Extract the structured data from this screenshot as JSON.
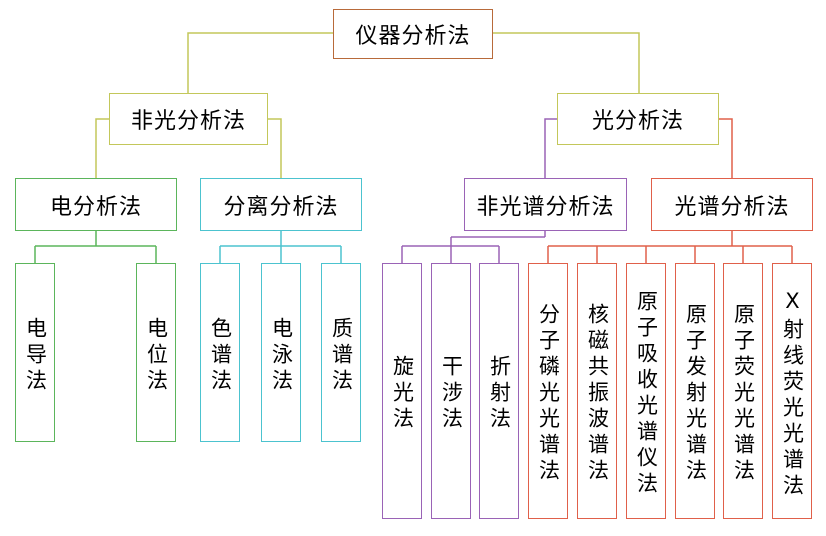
{
  "root": "仪器分析法",
  "level1": {
    "non_optical": "非光分析法",
    "optical": "光分析法"
  },
  "level2": {
    "electro": "电分析法",
    "separation": "分离分析法",
    "non_spectral": "非光谱分析法",
    "spectral": "光谱分析法"
  },
  "electro_methods": [
    "电导法",
    "电位法"
  ],
  "separation_methods": [
    "色谱法",
    "电泳法",
    "质谱法"
  ],
  "non_spectral_methods": [
    "旋光法",
    "干涉法",
    "折射法"
  ],
  "spectral_methods": [
    "分子磷光光谱法",
    "核磁共振波谱法",
    "原子吸收光谱仪法",
    "原子发射光谱法",
    "原子荧光光谱法",
    "X射线荧光光谱法"
  ],
  "colors": {
    "root": "#b86a3a",
    "non_optical_branch": "#c3c75a",
    "electro": "#5bb55b",
    "separation": "#4cc3cf",
    "non_spectral": "#9a63b6",
    "spectral": "#e0604a"
  }
}
